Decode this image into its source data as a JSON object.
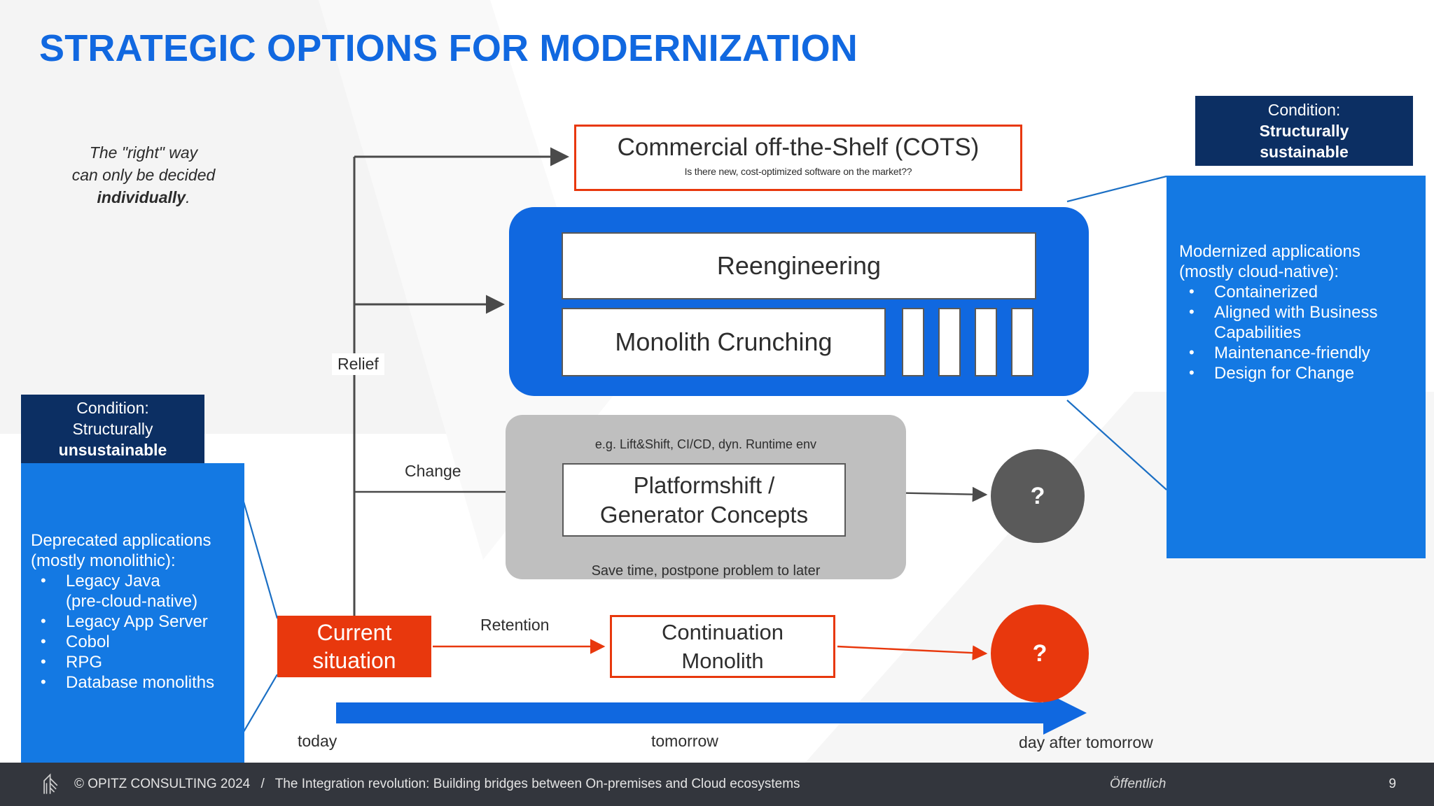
{
  "slide": {
    "title": "STRATEGIC OPTIONS FOR MODERNIZATION",
    "note_line1": "The \"right\" way",
    "note_line2": "can only be decided",
    "note_line3_bold": "individually",
    "note_line3_tail": "."
  },
  "colors": {
    "title_blue": "#1168e0",
    "brand_blue": "#1068e0",
    "panel_blue": "#1479e3",
    "dark_navy": "#0c2f63",
    "accent_red": "#e8380d",
    "gray_card": "#bfbfbf",
    "gray_circle": "#5a5a5a",
    "footer_bg": "#33363d"
  },
  "left_panel": {
    "header_line1": "Condition:",
    "header_line2": "Structurally",
    "header_line3_bold": "unsustainable",
    "lead": "Deprecated applications\n(mostly monolithic):",
    "items": [
      "Legacy Java\n(pre-cloud-native)",
      "Legacy App Server",
      "Cobol",
      "RPG",
      "Database monoliths"
    ]
  },
  "right_panel": {
    "header_line1": "Condition:",
    "header_line2_bold": "Structurally",
    "header_line3_bold": "sustainable",
    "lead": "Modernized applications\n(mostly cloud-native):",
    "items": [
      "Containerized",
      "Aligned with Business\nCapabilities",
      "Maintenance-friendly",
      "Design for Change"
    ]
  },
  "options": {
    "cots_title": "Commercial off-the-Shelf (COTS)",
    "cots_subtitle": "Is there new, cost-optimized software on the market??",
    "reengineering": "Reengineering",
    "monolith_crunching": "Monolith Crunching",
    "platform_line1": "Platformshift /",
    "platform_line2": "Generator Concepts",
    "platform_top_note": "e.g. Lift&Shift, CI/CD, dyn. Runtime env",
    "platform_bottom_note": "Save time, postpone problem to later",
    "current_line1": "Current",
    "current_line2": "situation",
    "continuation_line1": "Continuation",
    "continuation_line2": "Monolith"
  },
  "edges": {
    "relief": "Relief",
    "change": "Change",
    "retention": "Retention"
  },
  "unknown_marker": "?",
  "timeline": {
    "today": "today",
    "tomorrow": "tomorrow",
    "day_after_tomorrow": "day after tomorrow"
  },
  "footer": {
    "copyright": "© OPITZ CONSULTING 2024",
    "separator": "/",
    "deck_title": "The Integration revolution: Building bridges between On-premises and Cloud ecosystems",
    "classification": "Öffentlich",
    "page": "9",
    "logo": "opitz-consulting-logo"
  }
}
